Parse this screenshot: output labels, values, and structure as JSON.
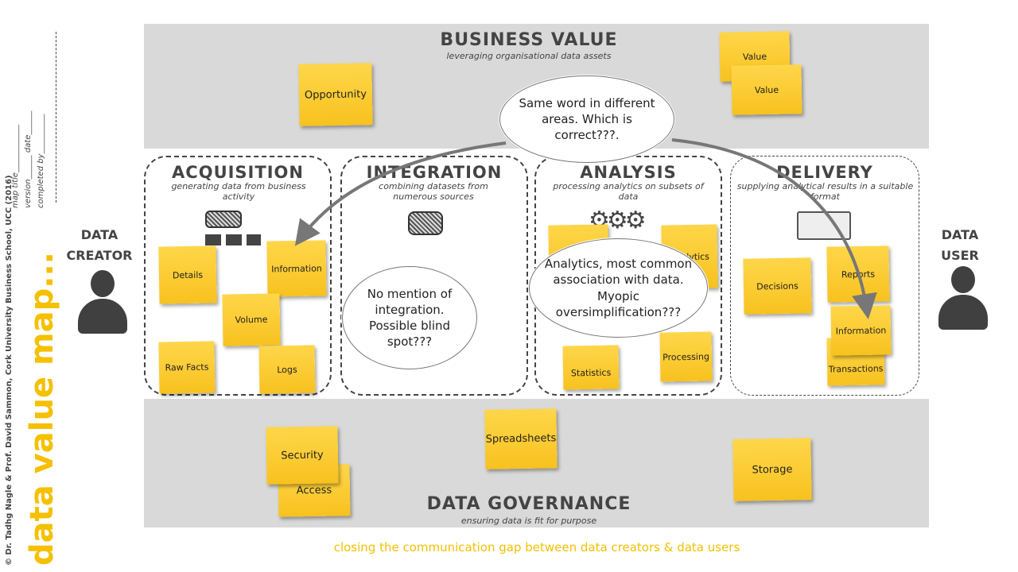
{
  "title": "data value map...",
  "credit": "© Dr. Tadhg Nagle & Prof. David Sammon, Cork University Business School, UCC (2016)",
  "form": {
    "map_title": "map title",
    "version": "version",
    "date": "date",
    "completed_by": "completed by"
  },
  "footer": "closing the communication gap between data creators & data users",
  "business_value": {
    "title": "BUSINESS VALUE",
    "subtitle": "leveraging organisational data assets"
  },
  "governance": {
    "title": "DATA GOVERNANCE",
    "subtitle": "ensuring data is fit for purpose"
  },
  "stages": [
    {
      "title": "ACQUISITION",
      "subtitle": "generating data from business activity"
    },
    {
      "title": "INTEGRATION",
      "subtitle": "combining datasets from numerous sources"
    },
    {
      "title": "ANALYSIS",
      "subtitle": "processing analytics on subsets of data"
    },
    {
      "title": "DELIVERY",
      "subtitle": "supplying analytical results in a suitable format"
    }
  ],
  "creator": "DATA CREATOR",
  "user": "DATA USER",
  "notes": [
    "Opportunity",
    "Value",
    "Value",
    "Details",
    "Information",
    "Volume",
    "Raw Facts",
    "Logs",
    "Analytics",
    "Analytics",
    "Statistics",
    "Processing",
    "Decisions",
    "Reports",
    "Information",
    "Transactions",
    "Security",
    "Access",
    "Spreadsheets",
    "Storage"
  ],
  "clouds": [
    "Same word in different areas. Which is correct???.",
    "No mention of integration. Possible blind spot???",
    "Analytics, most common association with data. Myopic oversimplification???"
  ],
  "colors": {
    "accent": "#f5c000",
    "note": "#ffd64a",
    "band": "#d9d9d9"
  }
}
